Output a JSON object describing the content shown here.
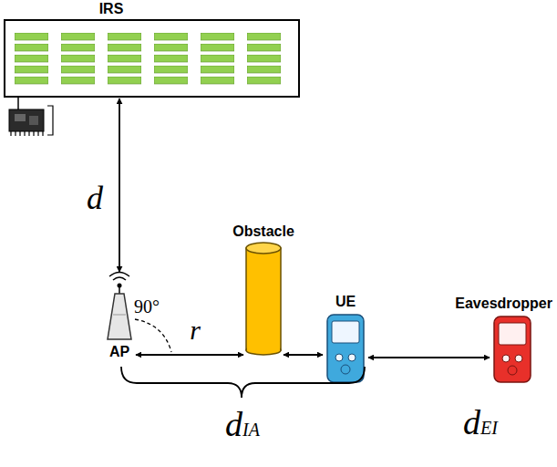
{
  "diagram": {
    "nodes": [
      {
        "text": [
          "IRS"
        ]
      },
      {
        "text": [
          "AP"
        ]
      },
      {
        "text": [
          "Obstacle"
        ]
      },
      {
        "text": [
          "UE"
        ]
      },
      {
        "text": [
          "Eavesdropper"
        ]
      }
    ],
    "edges": [
      {
        "from": 0,
        "to": 1,
        "arrow": "both",
        "label": "d"
      },
      {
        "from": 1,
        "to": 2,
        "arrow": "both"
      },
      {
        "from": 2,
        "to": 3,
        "arrow": "both"
      },
      {
        "from": 3,
        "to": 4,
        "arrow": "both",
        "label": "dEI"
      }
    ],
    "labels": [
      "90°",
      "r",
      "dIA"
    ]
  }
}
